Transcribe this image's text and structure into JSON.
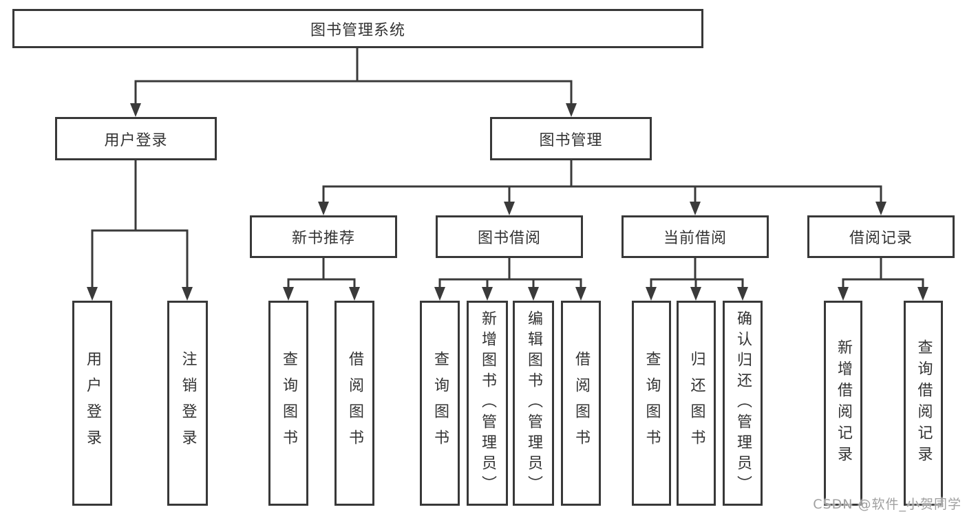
{
  "diagram": {
    "root": {
      "label": "图书管理系统"
    },
    "level2": [
      {
        "label": "用户登录"
      },
      {
        "label": "图书管理"
      }
    ],
    "level3": [
      {
        "label": "新书推荐",
        "parent": "图书管理"
      },
      {
        "label": "图书借阅",
        "parent": "图书管理"
      },
      {
        "label": "当前借阅",
        "parent": "图书管理"
      },
      {
        "label": "借阅记录",
        "parent": "图书管理"
      }
    ],
    "leaves": [
      {
        "label": "用户登录",
        "parent": "用户登录"
      },
      {
        "label": "注销登录",
        "parent": "用户登录"
      },
      {
        "label": "查询图书",
        "parent": "新书推荐"
      },
      {
        "label": "借阅图书",
        "parent": "新书推荐"
      },
      {
        "label": "查询图书",
        "parent": "图书借阅"
      },
      {
        "label": "新增图书（管理员）",
        "parent": "图书借阅"
      },
      {
        "label": "编辑图书（管理员）",
        "parent": "图书借阅"
      },
      {
        "label": "借阅图书",
        "parent": "图书借阅"
      },
      {
        "label": "查询图书",
        "parent": "当前借阅"
      },
      {
        "label": "归还图书",
        "parent": "当前借阅"
      },
      {
        "label": "确认归还（管理员）",
        "parent": "当前借阅"
      },
      {
        "label": "新增借阅记录",
        "parent": "借阅记录"
      },
      {
        "label": "查询借阅记录",
        "parent": "借阅记录"
      }
    ],
    "colors": {
      "line": "#3a3a3a",
      "border": "#383838",
      "text": "#333333",
      "background": "#ffffff"
    }
  },
  "watermark": {
    "text": "CSDN @软件_小贺同学",
    "color": "#a0a0a0"
  }
}
